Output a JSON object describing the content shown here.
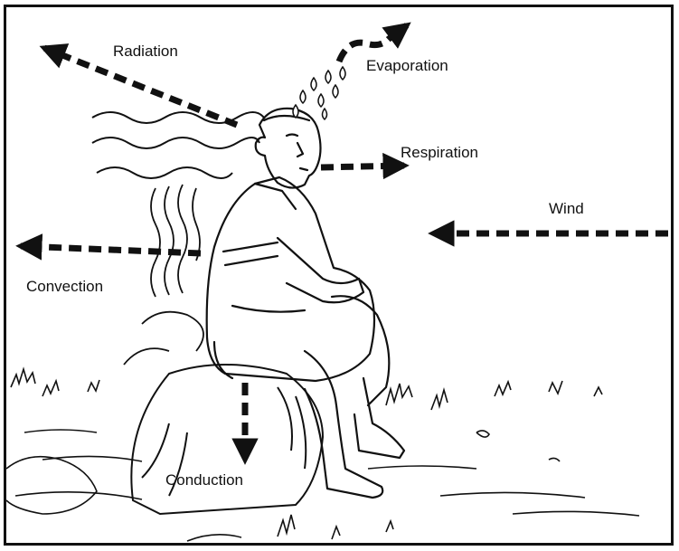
{
  "diagram": {
    "labels": {
      "radiation": "Radiation",
      "evaporation": "Evaporation",
      "respiration": "Respiration",
      "wind": "Wind",
      "convection": "Convection",
      "conduction": "Conduction"
    },
    "colors": {
      "ink": "#111111",
      "background": "#ffffff"
    }
  }
}
